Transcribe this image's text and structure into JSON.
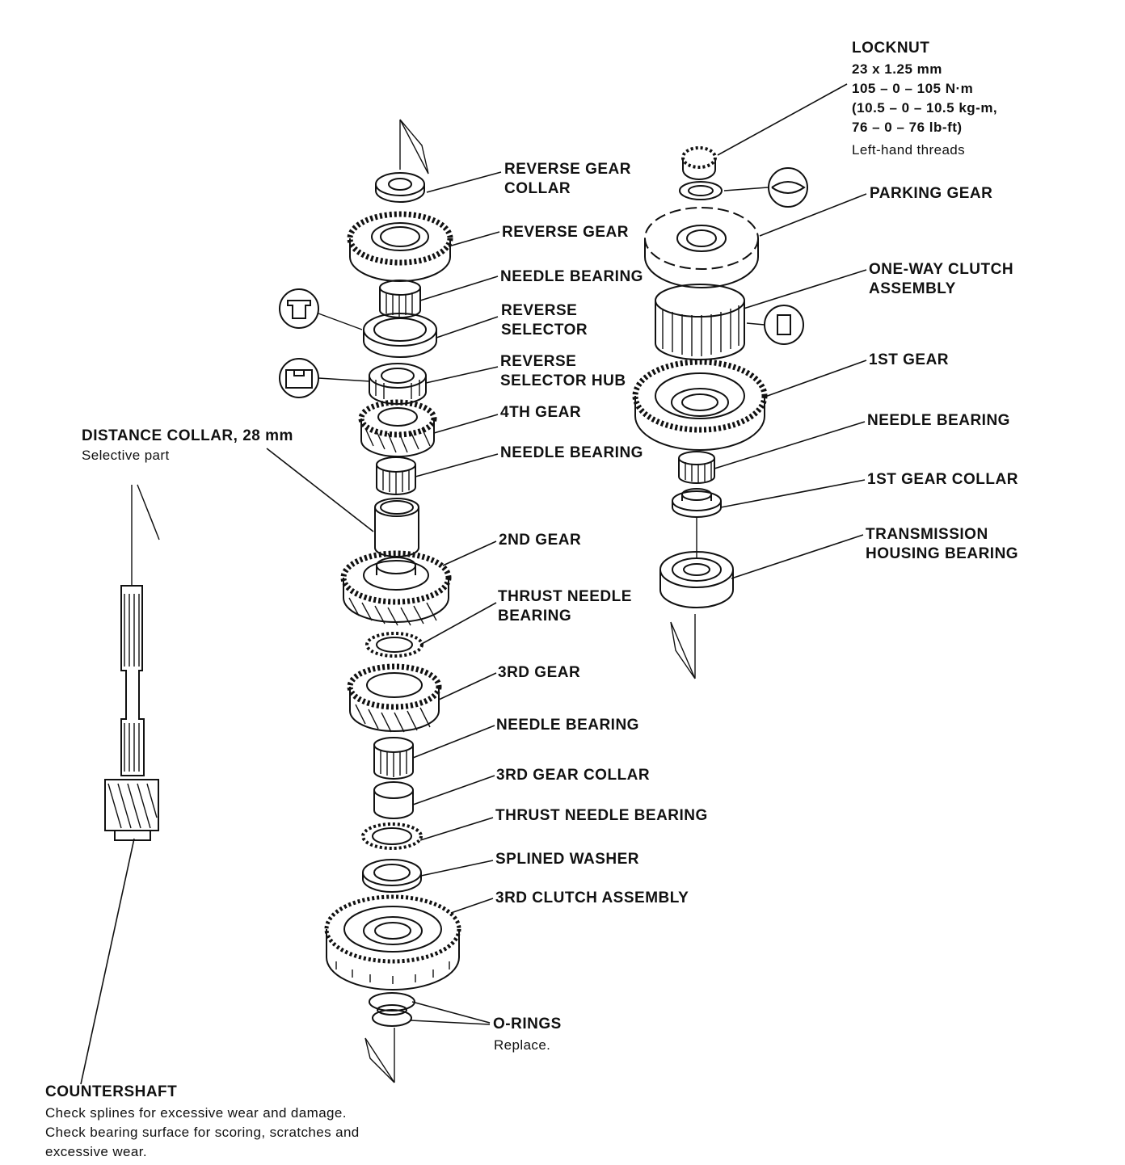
{
  "labels": {
    "reverse_gear_collar": [
      "REVERSE GEAR",
      "COLLAR"
    ],
    "reverse_gear": "REVERSE GEAR",
    "needle_bearing": "NEEDLE BEARING",
    "reverse_selector": [
      "REVERSE",
      "SELECTOR"
    ],
    "reverse_selector_hub": [
      "REVERSE",
      "SELECTOR HUB"
    ],
    "fourth_gear": "4TH GEAR",
    "second_gear": "2ND GEAR",
    "thrust_needle_bearing_upper": [
      "THRUST NEEDLE",
      "BEARING"
    ],
    "third_gear": "3RD GEAR",
    "third_gear_collar": "3RD GEAR COLLAR",
    "thrust_needle_bearing_lower": "THRUST NEEDLE BEARING",
    "splined_washer": "SPLINED WASHER",
    "third_clutch_assembly": "3RD CLUTCH ASSEMBLY",
    "o_rings": "O-RINGS",
    "o_rings_note": "Replace.",
    "distance_collar": "DISTANCE COLLAR, 28 mm",
    "distance_collar_note": "Selective part",
    "countershaft": "COUNTERSHAFT",
    "countershaft_notes": [
      "Check splines for excessive wear and damage.",
      "Check bearing surface for scoring, scratches and",
      "excessive wear."
    ],
    "locknut": "LOCKNUT",
    "locknut_specs": [
      "23 x 1.25 mm",
      "105 – 0 – 105 N·m",
      "(10.5 – 0 – 10.5 kg-m,",
      "76 – 0 – 76 lb-ft)"
    ],
    "locknut_note": "Left-hand threads",
    "parking_gear": "PARKING GEAR",
    "one_way_clutch": [
      "ONE-WAY CLUTCH",
      "ASSEMBLY"
    ],
    "first_gear": "1ST GEAR",
    "first_gear_collar": "1ST GEAR COLLAR",
    "transmission_housing_bearing": [
      "TRANSMISSION",
      "HOUSING BEARING"
    ]
  }
}
